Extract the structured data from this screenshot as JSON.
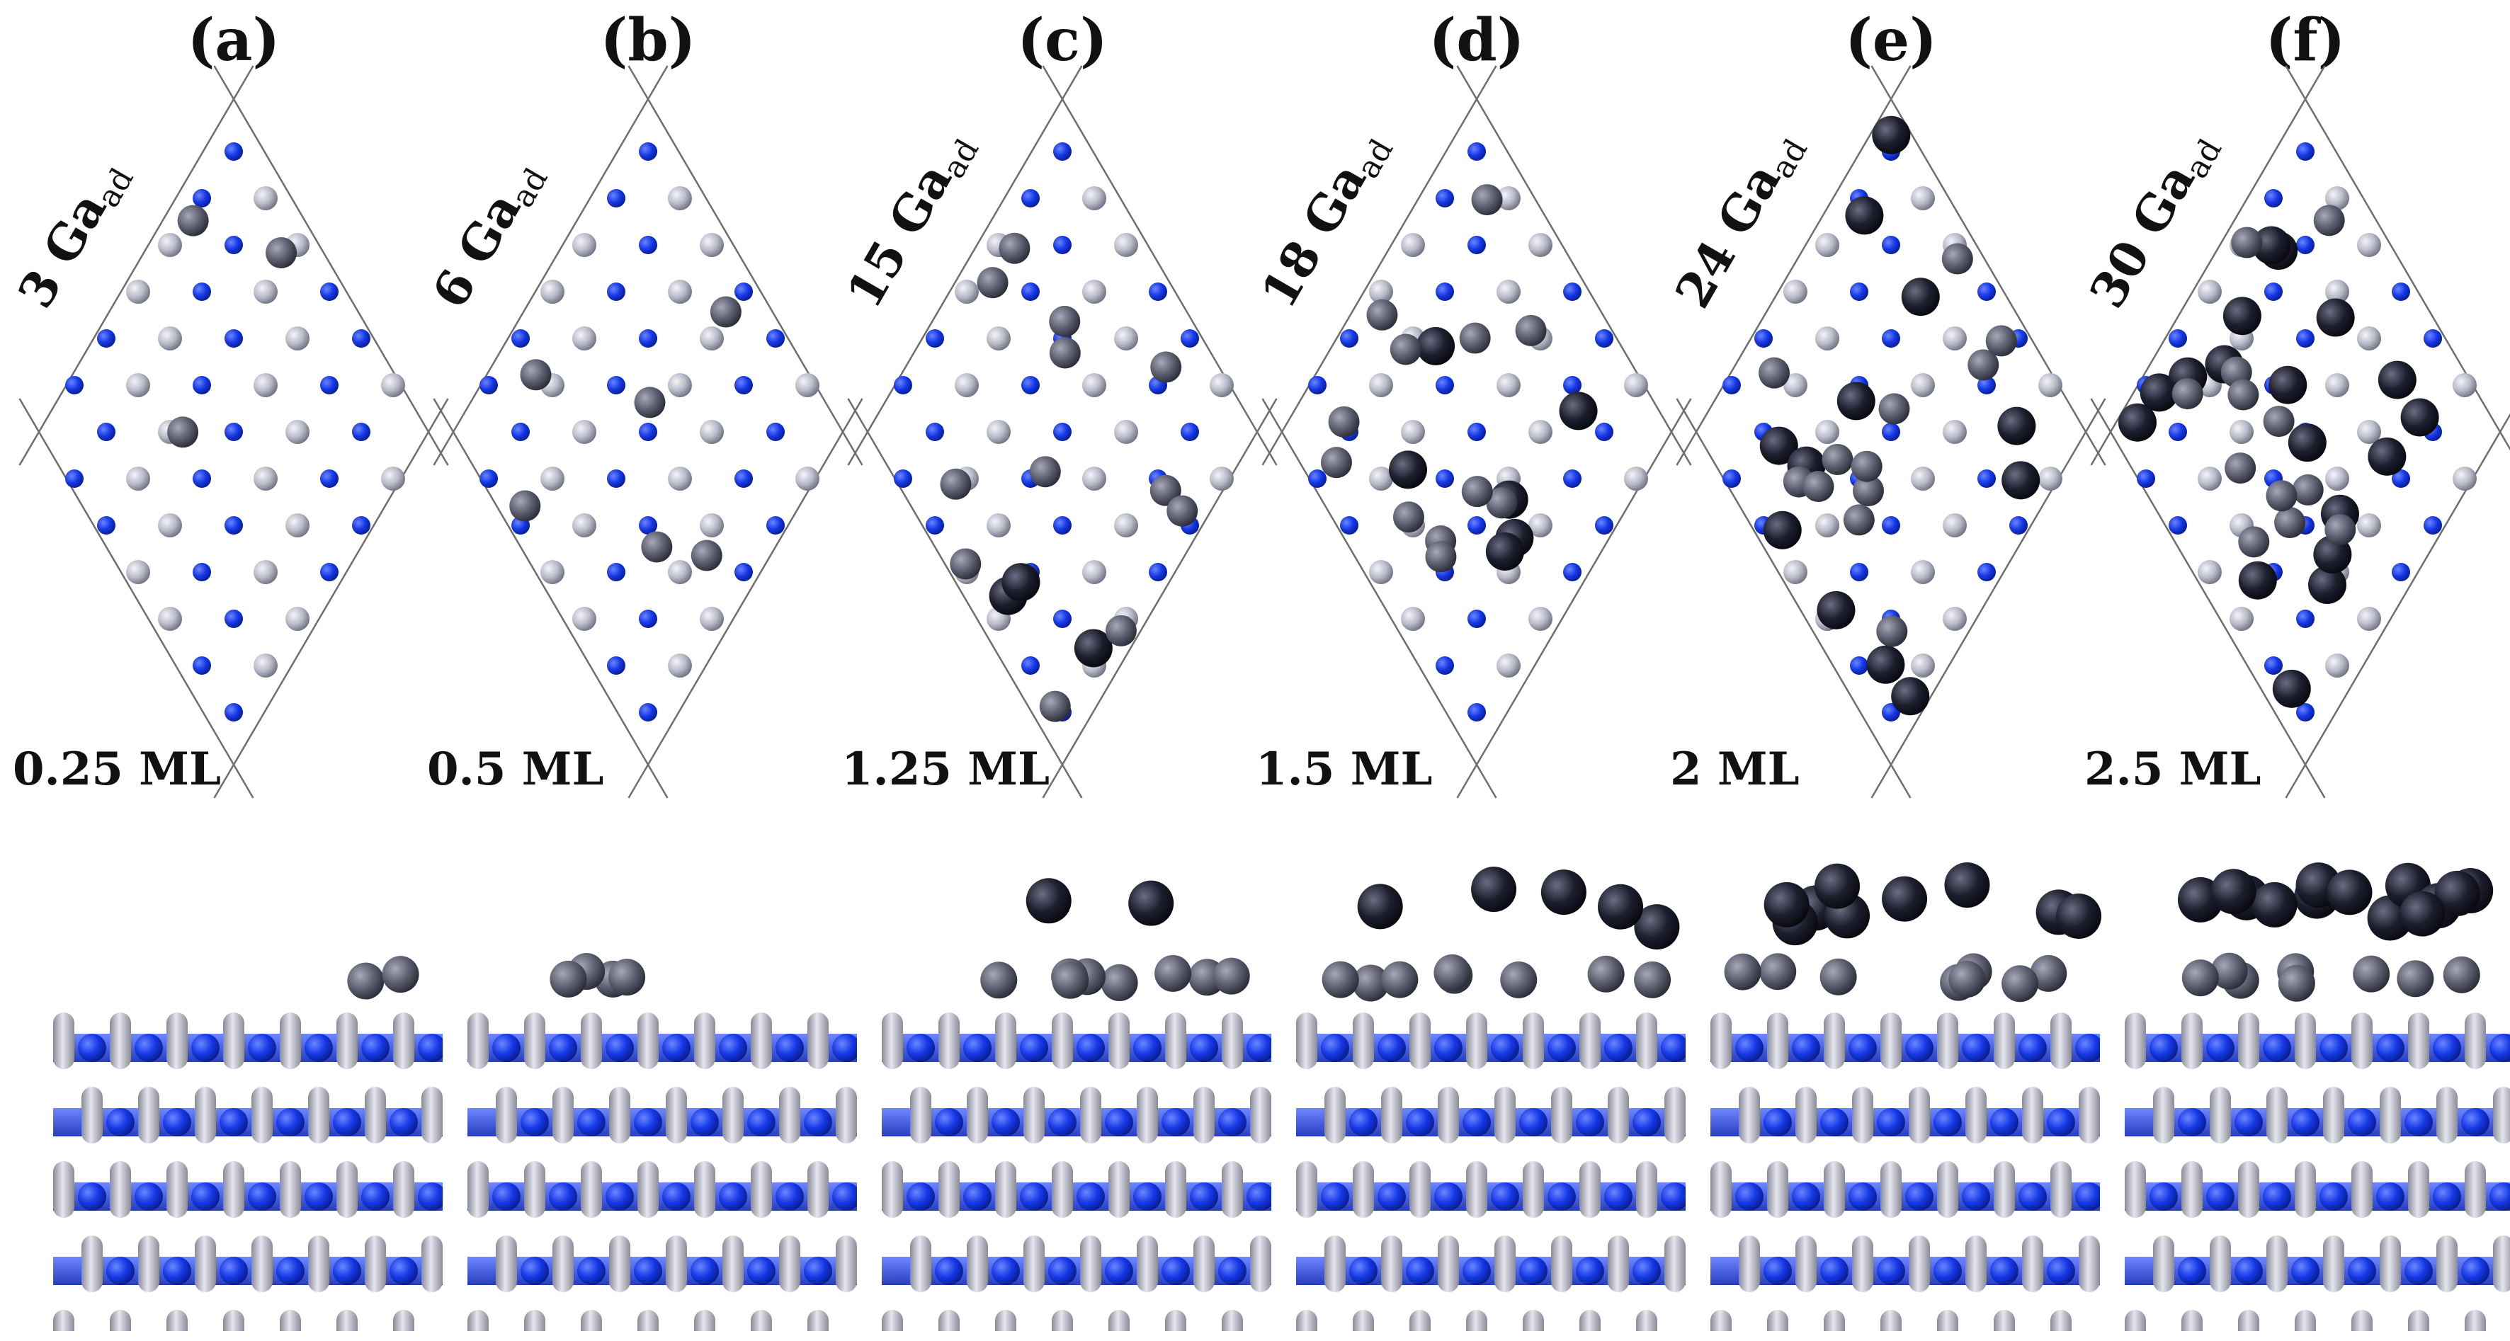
{
  "figure": {
    "panels": [
      {
        "label": "(a)",
        "adatom_count": "3 Ga",
        "adatom_subscript": "ad",
        "coverage": "0.25 ML",
        "adatoms": 3
      },
      {
        "label": "(b)",
        "adatom_count": "6 Ga",
        "adatom_subscript": "ad",
        "coverage": "0.5 ML",
        "adatoms": 6
      },
      {
        "label": "(c)",
        "adatom_count": "15 Ga",
        "adatom_subscript": "ad",
        "coverage": "1.25 ML",
        "adatoms": 15
      },
      {
        "label": "(d)",
        "adatom_count": "18 Ga",
        "adatom_subscript": "ad",
        "coverage": "1.5 ML",
        "adatoms": 18
      },
      {
        "label": "(e)",
        "adatom_count": "24 Ga",
        "adatom_subscript": "ad",
        "coverage": "2 ML",
        "adatoms": 24
      },
      {
        "label": "(f)",
        "adatom_count": "30 Ga",
        "adatom_subscript": "ad",
        "coverage": "2.5 ML",
        "adatoms": 30
      }
    ],
    "colors": {
      "nitrogen": "#1538e6",
      "gallium_substrate": "#b9bac8",
      "gallium_adatom_first_layer": "#5d5f70",
      "gallium_adatom_second_layer": "#1e1f2e",
      "cell_outline": "#6e6e6e"
    }
  }
}
